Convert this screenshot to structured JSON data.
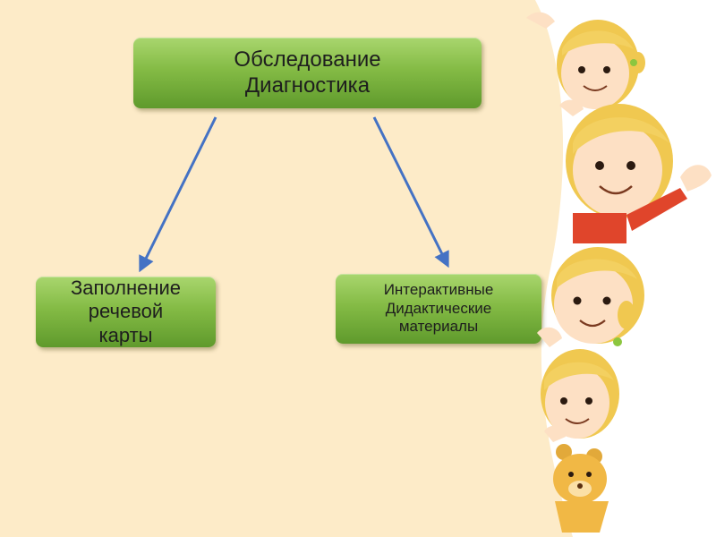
{
  "colors": {
    "background": "#fdebc8",
    "node_fill_top": "#a9d66e",
    "node_fill_bottom": "#5f9a2c",
    "arrow": "#4472c4"
  },
  "nodes": {
    "top": {
      "line1": "Обследование",
      "line2": "Диагностика"
    },
    "left": {
      "line1": "Заполнение",
      "line2": "речевой",
      "line3": "карты"
    },
    "right": {
      "line1": "Интерактивные",
      "line2": "Дидактические",
      "line3": "материалы"
    }
  },
  "edges": [
    {
      "from": "top",
      "to": "left"
    },
    {
      "from": "top",
      "to": "right"
    }
  ],
  "decoration": {
    "illustration": "cartoon-children-peeking"
  }
}
